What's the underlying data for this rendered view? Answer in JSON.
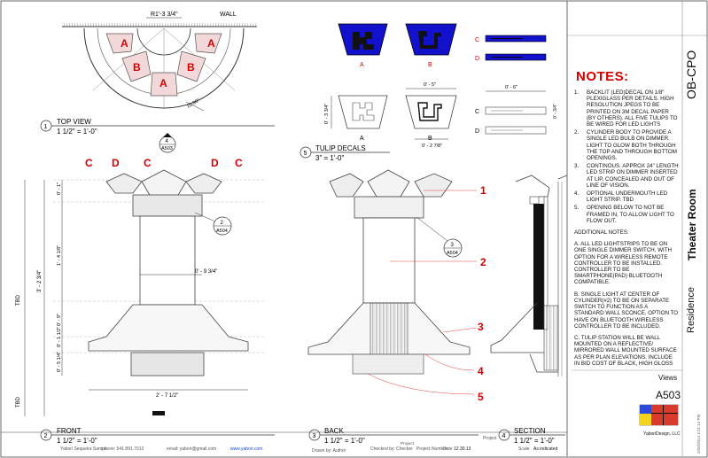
{
  "views": {
    "top_view": {
      "num": "1",
      "title": "TOP VIEW",
      "scale": "1 1/2\" = 1'-0\"",
      "radius_dim": "R1'-3 3/4\"",
      "wall_label": "WALL",
      "side_dim": "10.95\""
    },
    "tulip_decals": {
      "num": "5",
      "title": "TULIP DECALS",
      "scale": "3\" = 1'-0\""
    },
    "front": {
      "num": "2",
      "title": "FRONT",
      "scale": "1 1/2\" = 1'-0\""
    },
    "back": {
      "num": "3",
      "title": "BACK",
      "scale": "1 1/2\" = 1'-0\""
    },
    "section": {
      "num": "4",
      "title": "SECTION",
      "scale": "1 1/2\" = 1'-0\""
    }
  },
  "top_labels": [
    "A",
    "A",
    "B",
    "B",
    "A"
  ],
  "front_labels": [
    "C",
    "D",
    "C",
    "D",
    "C"
  ],
  "callouts": {
    "c4": {
      "num": "4",
      "sheet": "A503"
    },
    "c2": {
      "num": "2",
      "sheet": "A504"
    },
    "c3": {
      "num": "3",
      "sheet": "A504"
    }
  },
  "decals": {
    "a_label": "A",
    "b_label": "B",
    "c_label": "C",
    "d_label": "D",
    "a_height": "0' - 3 3/4\"",
    "a_width": "0' - 5\"",
    "b_width": "0' - 2 7/8\"",
    "c_width": "0' - 6\"",
    "c_height": "0' - 3/4\""
  },
  "front_dims": {
    "tbd": "TBD",
    "d1": "0' - 1\"",
    "d2": "1' - 4 1/8\"",
    "d3": "3' - 2 3/4\"",
    "d4": "0' - 9\"",
    "d5": "0' - 1 1/2\"",
    "d6": "0' - 5 1/4\"",
    "column_width": "0' - 9 3/4\"",
    "base_width": "2' - 7 1/2\""
  },
  "back_numbers": [
    "1",
    "2",
    "3",
    "4",
    "5"
  ],
  "notes": {
    "title": "NOTES:",
    "items": [
      {
        "num": "1.",
        "text": "BACKLIT (LED)DECAL ON 1/8\" PLEXIGLASS PER DETAILS. HIGH RESOLUTION JPEGS TO BE PRINTED ON 3M DECAL PAPER (BY OTHERS). ALL FIVE TULIPS TO BE WIRED FOR LED LIGHTS"
      },
      {
        "num": "2.",
        "text": "CYLINDER BODY TO PROVIDE A SINGLE LED BULB ON DIMMER. LIGHT TO GLOW BOTH THROUGH THE TOP AND THROUGH BOTTOM OPENINGS."
      },
      {
        "num": "3.",
        "text": "CONTINOUS. APPROX 24\" LENGTH LED STRIP ON DIMMER INSERTED AT LIP, CONCEALED AND OUT OF LINE OF VISION."
      },
      {
        "num": "4.",
        "text": "OPTIONAL UNDERMOUTH LED LIGHT STRIP. TBD"
      },
      {
        "num": "5.",
        "text": "OPENING BELOW TO NOT BE FRAMED IN, TO ALLOW LIGHT TO FLOW OUT."
      }
    ],
    "additional_title": "ADDITIONAL NOTES:",
    "additional": [
      "A.  ALL LED LIGHTSTRIPS TO BE ON ONE SINGLE DIMMER SWITCH, WITH OPTION FOR A WIRELESS REMOTE CONTROLLER TO BE INSTALLED. CONTROLLER TO BE SMARTPHONE(PAD) BLUETOOTH COMPATIBLE.",
      "B.  SINGLE LIGHT AT CENTER OF CYLINDER(#2) TO BE ON SEPARATE SWITCH TO FUNCTION AS A STANDARD WALL SCONCE. OPTION TO HAVE ON BLUETOOTH WIRELESS CONTROLLER TO BE INCLUDED.",
      "C. TULIP STATION WILL BE WALL MOUNTED ON A REFLECTIVE/ MIRRORED WALL MOUNTED SURFACE AS PER PLAN ELEVATIONS. INCLUDE IN BID COST OF BLACK, HIGH GLOSS"
    ]
  },
  "title_block": {
    "project_code": "OB-CPO",
    "room": "Theater Room",
    "residence": "Residence",
    "views_label": "Views",
    "sheet": "A503",
    "company": "YaboriDesign, LLC",
    "date_stamp": "2/26/2014 3:21:12 PM"
  },
  "footer": {
    "designer": "Yabori Sequeira Santos",
    "phone": "phone: 541.891.7012",
    "email": "email: yabori@gmail.com",
    "web": "www.yabori.com",
    "drawn": "Drawn by: Author",
    "checked": "Checked by: Checker",
    "project_number_label": "Project Number",
    "project_label": "Project",
    "date_label": "Date",
    "date_value": "12.30.13",
    "scale_label": "Scale",
    "scale_value": "As indicated"
  },
  "colors": {
    "accent_red": "#d40000",
    "decal_blue": "#1212cc",
    "highlight_red": "#e04040"
  }
}
